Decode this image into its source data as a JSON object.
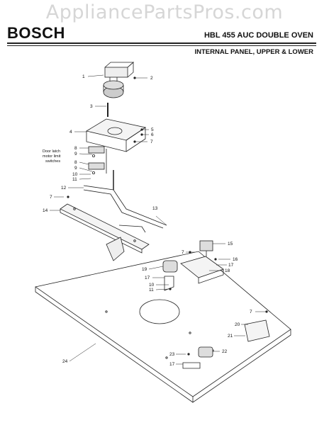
{
  "header": {
    "watermark": "AppliancePartsPros.com",
    "brand": "BOSCH",
    "model_title": "HBL 455 AUC DOUBLE OVEN",
    "section_title": "INTERNAL PANEL, UPPER & LOWER"
  },
  "diagram": {
    "note_lines": [
      "Door latch",
      "motor limit",
      "switches"
    ],
    "callouts": [
      "1",
      "2",
      "3",
      "4",
      "5",
      "6",
      "7",
      "8",
      "9",
      "8",
      "9",
      "10",
      "11",
      "12",
      "7",
      "14",
      "13",
      "15",
      "7",
      "16",
      "17",
      "18",
      "19",
      "17",
      "10",
      "11",
      "7",
      "20",
      "21",
      "24",
      "23",
      "22",
      "17"
    ]
  }
}
